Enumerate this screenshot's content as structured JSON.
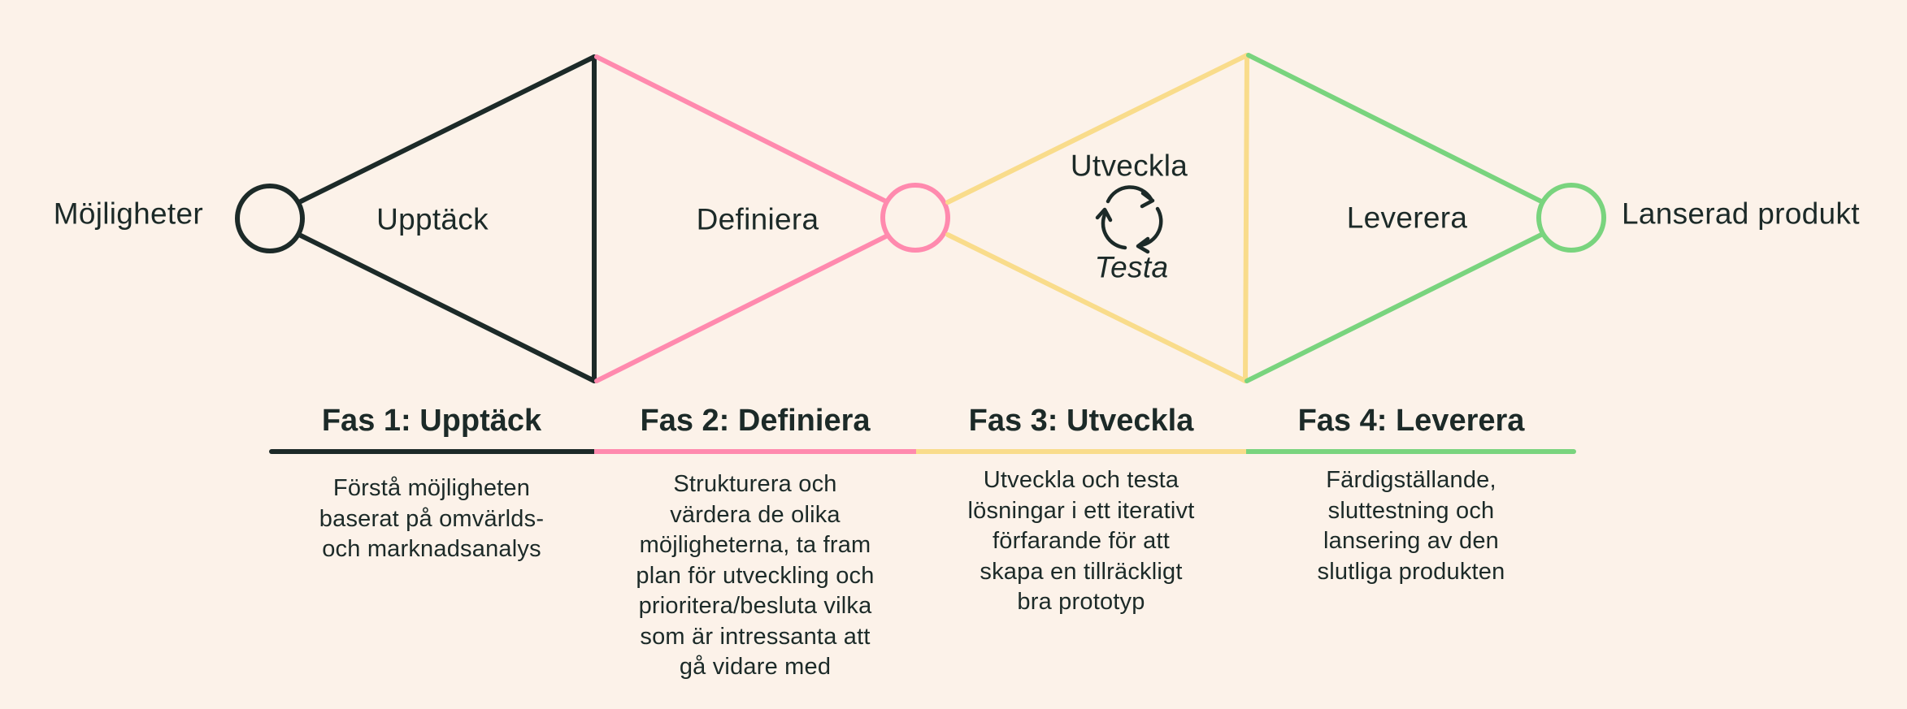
{
  "colors": {
    "background": "#fcf2e9",
    "text": "#1c2a28",
    "phase1": "#1c2a28",
    "phase2": "#ff8aae",
    "phase3": "#f9dc8b",
    "phase4": "#79d47e"
  },
  "diagram": {
    "start_label": "Möjligheter",
    "end_label": "Lanserad produkt",
    "diamonds": [
      {
        "label": "Upptäck"
      },
      {
        "label": "Definiera"
      },
      {
        "label": "Utveckla",
        "sub_label": "Testa",
        "icon": "cycle-arrows-icon"
      },
      {
        "label": "Leverera"
      }
    ]
  },
  "phases": [
    {
      "title": "Fas 1: Upptäck",
      "description": "Förstå möjligheten baserat på omvärlds- och marknadsanalys",
      "lines": [
        "Förstå möjligheten",
        "baserat på omvärlds-",
        "och marknadsanalys"
      ]
    },
    {
      "title": "Fas 2: Definiera",
      "description": "Strukturera och värdera de olika möjligheterna, ta fram plan för utveckling och prioritera/besluta vilka som är intressanta att gå vidare med",
      "lines": [
        "Strukturera och",
        "värdera de olika",
        "möjligheterna, ta fram",
        "plan för utveckling och",
        "prioritera/besluta vilka",
        "som är intressanta att",
        "gå vidare med"
      ]
    },
    {
      "title": "Fas 3: Utveckla",
      "description": "Utveckla och testa lösningar i ett iterativt förfarande för att skapa en tillräckligt bra prototyp",
      "lines": [
        "Utveckla och testa",
        "lösningar i ett iterativt",
        "förfarande för att",
        "skapa en tillräckligt",
        "bra prototyp"
      ]
    },
    {
      "title": "Fas 4: Leverera",
      "description": "Färdigställande, sluttestning och lansering av den slutliga produkten",
      "lines": [
        "Färdigställande,",
        "sluttestning och",
        "lansering av den",
        "slutliga produkten"
      ]
    }
  ]
}
